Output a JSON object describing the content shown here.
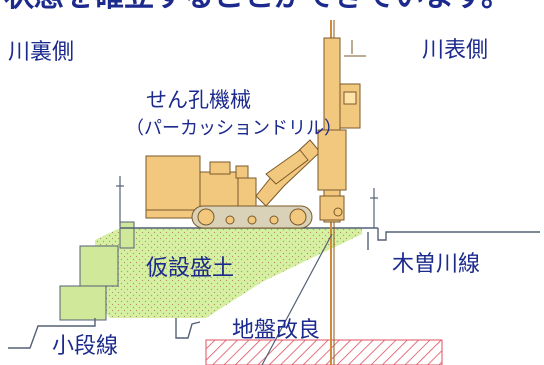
{
  "caption": "状態を確立することができています。",
  "labels": {
    "riverside_back": "川裏側",
    "riverside_front": "川表側",
    "machine_name": "せん孔機械",
    "machine_type": "（パーカッションドリル）",
    "embankment": "仮設盛土",
    "river_line": "木曽川線",
    "step_line": "小段線",
    "ground_improvement": "地盤改良"
  },
  "colors": {
    "text": "#1b2a8c",
    "embankment_fill": "#d4f0a0",
    "step_block_fill": "#cfe89a",
    "machine_fill": "#f2c77e",
    "machine_stroke": "#7a5a2a",
    "ground_improvement_hatch": "#e05060",
    "outline": "#556077",
    "drill_line": "#d08a3a"
  }
}
